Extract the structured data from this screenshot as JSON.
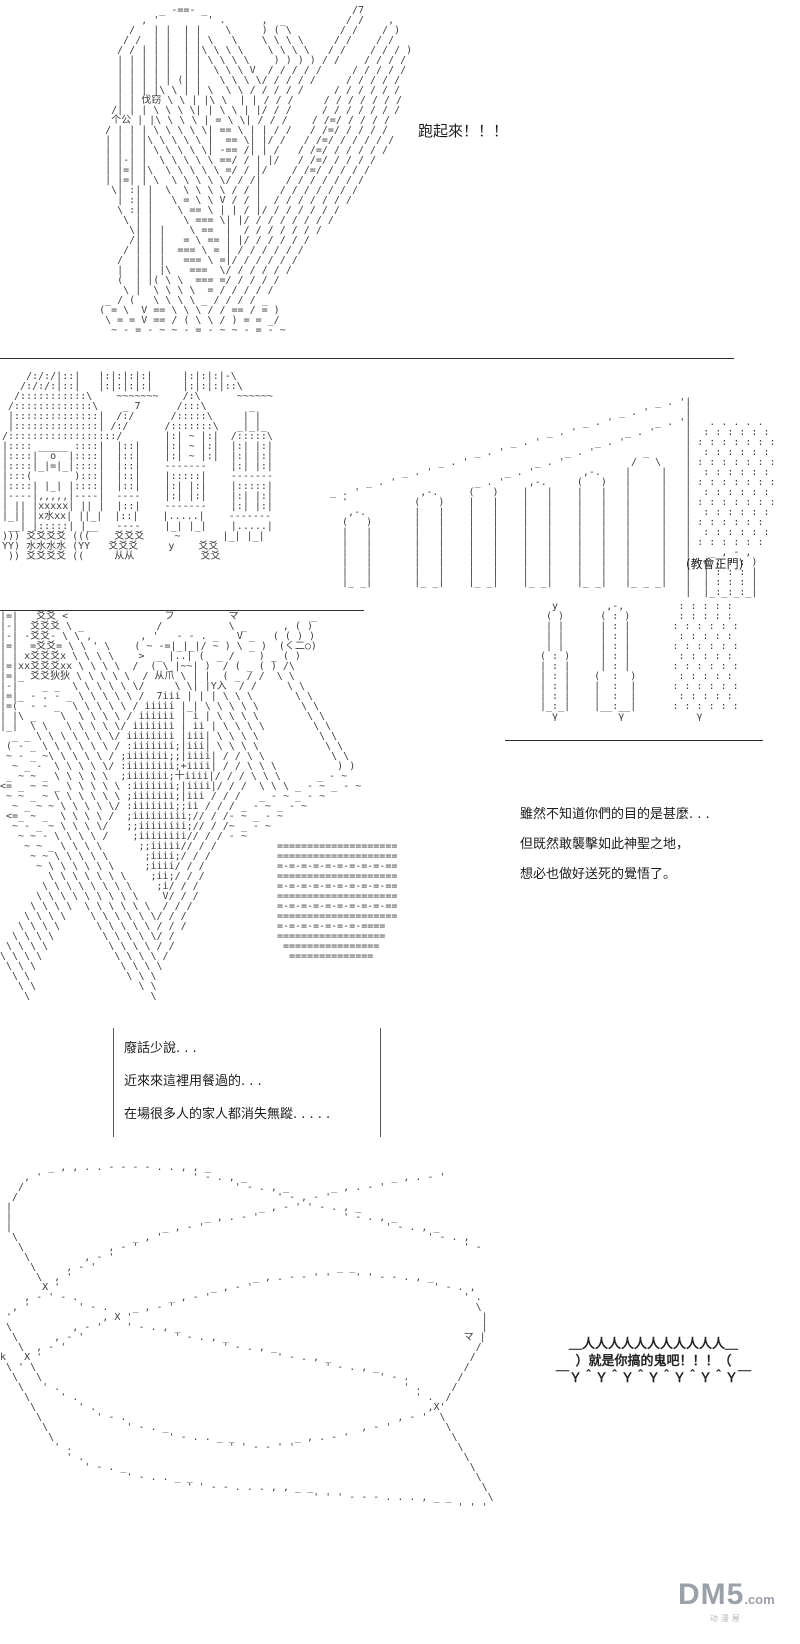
{
  "panels": {
    "run_shout": "跑起來！！！",
    "gate_caption": "(教會正門)",
    "priest_lines": [
      "雖然不知道你們的目的是甚麼. . .",
      "但既然敢襲擊如此神聖之地，",
      "想必也做好送死的覺悟了。"
    ],
    "quote_box_lines": [
      "廢話少說. . .",
      "近來來這裡用餐過的. . .",
      "在場很多人的家人都消失無蹤. . . . ."
    ],
    "shout_bubble_lines": [
      "＿人人人人人人人人人人人＿",
      "）就是你搞的鬼吧！！！（",
      "￣Ｙ＾Ｙ＾Ｙ＾Ｙ＾Ｙ＾Ｙ＾Ｙ￣"
    ]
  },
  "watermark": {
    "logo": "DM5",
    "tld": ".com",
    "subtitle": "动漫屋"
  },
  "ascii_art": {
    "running_figure": [
      "              _ -==- _                        /7",
      "           , '        ' .      ,  _          / /    ,",
      "         /   | |  | |    \\     ) ( \\        / /    / )",
      "        / /  | |  | | \\   \\    \\ \\ \\ \\     / /    / /",
      "       / / | | |  | |\\ \\ \\ \\    \\ \\ \\ \\   / /    / / / )",
      "       | | | | |  | | \\ \\ \\ \\    ) ) ) ) / /    / / / /",
      "       | | | | |  | |  \\ \\ \\ V  / / / / /     / / / / /",
      "       | | | | | (| |   \\ \\ \\ \\/ / / / /     / / / / /",
      "       | | | |\\ \\ | | \\  \\ \\ / / / / /     / / / / / /",
      "       | | 伐窃 \\ \\ | |\\ \\  | | / / /     / / / / / / /",
      "      /| | | \\ \\ \\ \\| | \\ \\ | |/ / /     / / / / / / /",
      "      个公 | |\\ \\ \\ \\ | = \\ \\| / / /    / /=/ / / / /",
      "     / | | | \\ \\ \\ \\ \\| == \\ | | / /   / /=/ / / / /",
      "     | | | |\\ \\ \\ \\ \\ |  == \\| |/ /   / /=/ / / / / /",
      "     | | | | \\ \\ \\ \\ \\| -== /| | /   / /=/ / / / / /",
      "     | |-| |  \\ \\ \\ \\ \\ ==/ / | |/   / /=/ / / / /",
      "     | |=| |\\  \\ \\ \\ \\ \\ =/ / |/    / /=/ / / / /",
      "     | |=| | \\  \\ \\ \\ \\ \\/ / /|    / / / / / / /",
      "      \\| :| |  \\  \\ \\ \\ \\ / / |   / / / / / / /",
      "       | :| |   \\ = \\ \\ V / / |  / / / / / / /",
      "       \\ :| |    \\ == \\ | | / |/ / / / / / /",
      "        \\ | |     \\ === \\| |/ / / / / / / /",
      "         \\| | |    \\ ==  |  / / / / / / /",
      "         /| | |   = \\ == | |/ / / / / /",
      "        / | | |  === \\ = | / / / / / /",
      "       /  | | |   === \\ =|/ / / / / /",
      "       |  | | |\\   ===  \\/ / / / / /",
      "       (  | |( \\ \\  === =/ / / / /",
      "        \\ |  \\ \\ \\ \\  = / / / / /",
      "     _ / (   \\ \\ \\ \\ _ / / / / _",
      "    ( = \\  V == \\ \\ \\ / / == / = )",
      "     \\ = = V == / ( \\ \\ / ) = = _/",
      "      ~ - = - ~ ~ - = - ~ ~ - = - ~"
    ],
    "church_left": [
      "    /:/:/|::|   |:|:|:|:|     |:|:|:|-\\",
      "   /:/:/:|::|   |:|:|:|:|     |:|:|:|::\\",
      "  /:::::::::::\\    ~~~~~~~    /:\\      ~~~~~~",
      " /:::::::::::::\\    _ 7      /:::\\       _",
      " |::::::::::::::|  /:/      /:::::\\     | |",
      " |::::::::::::::| /:/      /:::::::\\   _|_|_",
      "/::::::::::::::::::/       |:| ~ |:|  /:::::\\",
      "|:::: _____ ::::|  |::|    |:| ~ |:|  |:| |:|",
      "|::::|  o  |::::|  |::|    |:| ~ |:|  |:| |:|",
      "|::::|_|=|_|::::|  |::|    -------    |:| |:|",
      "|:::(       ):::|  |::|    |:::::|    -------",
      "|::::| |_| |::::|  |::|    |:| |:|    |:::::|",
      "|----|,,,,,|----|  ----    |:| |:|    |:| |:|",
      "| || |xxxxx| || |  |::|    -------    |:| |:|",
      "|_|| |x水xx| ||_|  |::|    |.....|    -------",
      " __| |:::::| |__   ----    |_| |_|    |.....|",
      "))) 爻爻爻爻 (((    爻爻爻     ~       |_| |_|",
      "YY) 水水水水 (YY   爻爻爻     y    爻爻",
      " )) 爻爻爻爻 ((     从从           爻爻"
    ],
    "colonnade_right": [
      "                                                      _ . '|",
      "                                                _ . '      |",
      "                                          _ . '       _ . '|   . . . . .",
      "                                    _ . '        _ . '     |  : : : : : :",
      "                              _ . '         _ . '          | : : : : : : :",
      "                        _ . '          _ . '        _      |  : : : : : :",
      "                  _ . '           _ . '           /   \\    | : : : : : : :",
      "            _ . '            _ . '        ,-.    |     |   |  : : : : : :",
      "      _ . '             _ . '    ,-.     (   )   |     |   | : : : : : : :",
      "_ . '          ,-.     (   )    |   |    |   |   |     |   |  : : : : : :",
      "  '           (   )    |   |    |   |    |   |   |     |   | : : : : : : :",
      "   ,-.        |   |    |   |    |   |    |   |   |     |   |  : : : : : :",
      "  (   )       |   |    |   |    |   |    |   |   |     |   | : : : : : :",
      "  |   |       |   |    |   |    |   |    |   |   |     |   |  : : : : : :",
      "  |   |       |   |    |   |    |   |    |   |   |     |   | : : : : : :",
      "  |   |       |   |    |   |    |   |    |   |   |     |   |   _ , - ,",
      "  |   |       |   |    |   |    |   |    |   |   |     |   |  ( : : : )",
      "  |   |       |   |    |   |    |   |    |   |   |     |   |  | : : : |",
      "  |_ _|       |_ _|    |_ _|    |_ _|    |_ _|   |_ _ _|   |  | : : : |",
      "                                                           |  |_:_:_:_|"
    ],
    "gate_columns": [
      "  y        ,-,         : : : : :",
      " ( )      ( : )        : : : : :",
      " | |      | : |       : : : : : :",
      " | |      | : |        : : : : :",
      " | |      | : |       : : : : : :",
      "( : )     | : |        : : : : :",
      "| : |     | : |       : : : : : :",
      "| : |    (  :  )       : : : : :",
      "| : |    |  :  |      : : : : : :",
      "| : |    |  :  |       : : : : :",
      "|_:_|    |__:__|      : : : : : :",
      "  γ          γ            γ"
    ],
    "street_scene": [
      "|=|   爻爻 <                フ         マ            _",
      "|-|  爻爻爻 \\ _            /           \\ _      , ( )",
      "|-| -爻爻- \\ \\ ,        , '   - - . _   V _   ( ( ) )",
      "|=|  =爻爻= \\ \\ ' \\    ( ~ -=|_|_|/ ~ ) \\ _ )  (く二○)",
      "| | x爻爻爻x \\ \\ \\ \\    >  _ |..| (  _ /    ) _ ( )",
      "|=|xx爻爻爻xx \\ \\ \\ \\  /  ( \\ |~~| )  / ( _ ( ) /\\",
      "|=|_ 爻爻狄狄 \\ \\ \\ \\ \\  / 从爪 \\ | |  ( _ / /  \\ \\",
      "|-|    _ _  \\ \\ \\ \\ \\ \\/     \\ \\| |Y入  / /     \\ \\",
      "|=|_ - . - _ \\ \\ \\ \\ \\ /  7iii | | | \\ \\ \\       \\ \\",
      "|=(  - - _  \\ \\ \\ \\ \\ / iiiii |_| \\ \\ \\ \\ \\       \\ \\",
      "| |\\ _    \\  \\ \\ \\ \\ / iiiiii | i | \\ \\ \\ \\        \\ \\",
      "|_|  \\ \\   \\ \\ \\ \\ \\/ iiiiiii | ii | \\ \\ \\ \\        \\ \\",
      "  _ _ \\ \\ \\ \\ \\ \\ \\/ iiiiiiii |iii| \\ \\ \\ \\          \\ \\",
      " ( - _ \\ \\ \\ \\ \\ \\ / :iiiiiii;|iii| \\ \\ \\ \\           \\ \\",
      " ~ - _ ~\\ \\ \\ \\ \\ / ;iiiiiii;;|iiii| / / \\ \\           \\ \\",
      "  ~ _ -  \\ \\ \\ \\ \\/ :iiiiiiii;+iiii| / / \\ \\ \\          ) )",
      " _ ~ ~ _ \\ \\ \\ \\ \\  ;iiiiiii;十iiii|/ / / \\ \\ \\      _ - ~",
      "<= _ ~ ~ _ \\ \\ \\ \\ \\ :iiiiiii;|iiii|/ / /  \\ \\ \\ _ - ~ _ - ~",
      " ~ ~ _ ~ \\ \\ \\ \\ \\ \\ ;iiiiiii;|iii / / /   _ - ~ _ - ~",
      "  ~ _ ~ ~ \\ \\ \\ \\ \\/ :iiiiiii;;ii / / / _ - ~ _ - ~",
      " <=_ ~ _  \\ \\ \\ \\ /  ;iiiiiiiii;// / /- ~ _ - ~",
      "  ~ - _ ~ \\ \\ \\ \\/   ;;iiiiiiii;// / /~ _ - ~",
      "   ~ ~ - \\ \\ \\ \\ /    ;iiiiiiii// / / - ~",
      "    ~ ~ _ \\ \\ \\ \\      ;;iiiii// / /          ====================",
      "     ~ ~ \\ \\ \\ \\ \\      ;iiii;/ / /           ====================",
      "      ~ \\ \\ \\ \\ \\ \\     ;iiii/ / /            =-=-=-=-=-=-=-=-=-==",
      "        \\ \\ \\ \\ \\ \\ \\    ;ii;/ / /            ====================",
      "       \\ \\ \\ \\ \\ \\ \\ \\    ;i/ / /             =-=-=-=-=-=-=-=-=-==",
      "      \\ \\ \\ \\ \\ \\ \\ \\ \\    V/ / /             ====================",
      "     \\ \\ \\ \\  \\ \\ \\ \\ \\ \\  / / /              =-=-=-=-=-=-=-=-=-==",
      "    \\ \\ \\ \\    \\ \\ \\ \\ \\ \\/ / /               ====================",
      "   \\ \\ \\ \\      \\ \\ \\ \\ \\ / / /               =-=-=-=-=-=-=-====",
      "  \\ \\ \\ \\        \\ \\ \\ \\ \\/ /                 ==================",
      " \\ \\ \\ \\          \\ \\ \\ \\ / /                  ================",
      "\\ \\ \\ \\            \\ \\ \\ \\ /                    ==============",
      " \\ \\ \\              \\ \\ \\ \\",
      "  \\ \\                \\ \\ \\",
      "   \\ \\                 \\ \\",
      "    \\                    \\"
    ],
    "impact_swirls": [
      "        _ , , . . - - - - . . , , _",
      "    , '                         ' - . , _                        _ , . - '",
      "   /                                   ' - . , _       _ , . - '",
      "  /                                           ' - , - '",
      " |                                         _ , - ' ' - . , _",
      " |                                _ , . - '              ' - . , _",
      " |                         _ , - '                              ' - . , _",
      "  \\                   _ , '                                            ' - . ,",
      "   \\              , - '                                                      ' -",
      "    \\         , - '",
      "     \\     , - '                                        _ _",
      "      \\  , '                              _ , . - - ' '    ' ' - - . , _",
      "       X '                         _ , - '                              ' - . ,",
      "    , - ' - .               _ , - '                                          ' .",
      "  , '        ' - .    _ , - '                                                  \\",
      " '               , X '                                                          |",
      " \\          , - '    ' - . , _                                                  |",
      "  \\      , - '               ' - . , _                                       マ |",
      "   \\  , - '                          ' - . , _                                 /",
      "k   X '                                       ' - . , _                       /",
      " \\ ' \\                                                ' - . , _              /",
      "  \\   \\                                                        ' - .        /",
      "   \\   ' .                                                         ' .     /",
      "    \\     ' .                                                        ' .  /",
      "     \\       ' .                                                       ,X'",
      "      \\         ' - .                                             , - '  \\",
      "       \\             ' - . _                                , - '         \\",
      "        \\                   ' - . . _ _          _ , . - '                 \\",
      "         ' .                          ' ' - - ' '                           \\",
      "           ' .                                                               \\",
      "              ' - . _                                                         \\",
      "                     ' - . . _ _                                               \\",
      "                               ' ' - - . . . , , _ _                            \\",
      "                                                    ' ' ' - - - . . . , _ _      \\",
      "                                                                            ' ' '"
    ]
  }
}
